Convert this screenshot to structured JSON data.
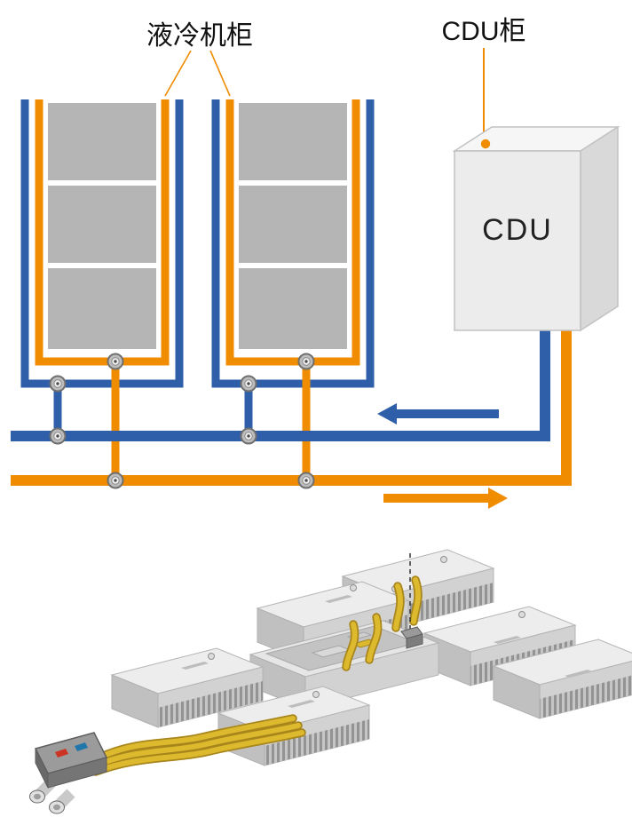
{
  "labels": {
    "liquid_cabinet": "液冷机柜",
    "cdu_cabinet": "CDU柜",
    "cdu_box": "CDU"
  },
  "colors": {
    "pipe_blue": "#2e5fa8",
    "pipe_orange": "#f08c00",
    "cabinet_gray": "#b5b5b5",
    "tube_yellow": "#ddb92e"
  }
}
